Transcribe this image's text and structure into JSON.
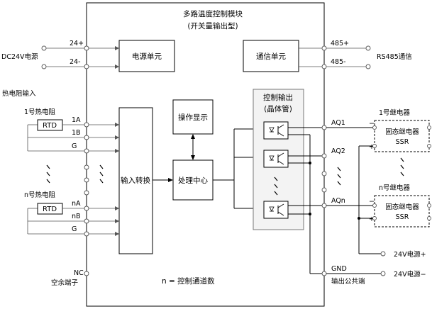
{
  "module": {
    "title": "多路温度控制模块",
    "subtitle": "(开关量输出型)",
    "note": "n = 控制通道数"
  },
  "units": {
    "power": "电源单元",
    "comm": "通信单元",
    "input": "输入转换",
    "display": "操作显示",
    "cpu": "处理中心",
    "output_line1": "控制输出",
    "output_line2": "(晶体管)"
  },
  "left": {
    "dc24v": "DC24V电源",
    "p24plus": "24+",
    "p24minus": "24-",
    "rtd_input": "热电阻输入",
    "rtd1": "1号热电阻",
    "rtdn": "n号热电阻",
    "rtd_box": "RTD",
    "t1A": "1A",
    "t1B": "1B",
    "tG": "G",
    "tnA": "nA",
    "tnB": "nB",
    "tnG": "G",
    "nc": "NC",
    "spare": "空余端子"
  },
  "right": {
    "p485plus": "485+",
    "p485minus": "485-",
    "rs485": "RS485通信",
    "aq1": "AQ1",
    "aq2": "AQ2",
    "aqn": "AQn",
    "gnd": "GND",
    "out_common": "输出公共端",
    "relay1_title": "1号继电器",
    "relayn_title": "n号继电器",
    "ssr_line1": "固态继电器",
    "ssr_line2": "SSR",
    "minus": "−",
    "plus": "+",
    "v24plus": "24V电源+",
    "v24minus": "24V电源−"
  }
}
